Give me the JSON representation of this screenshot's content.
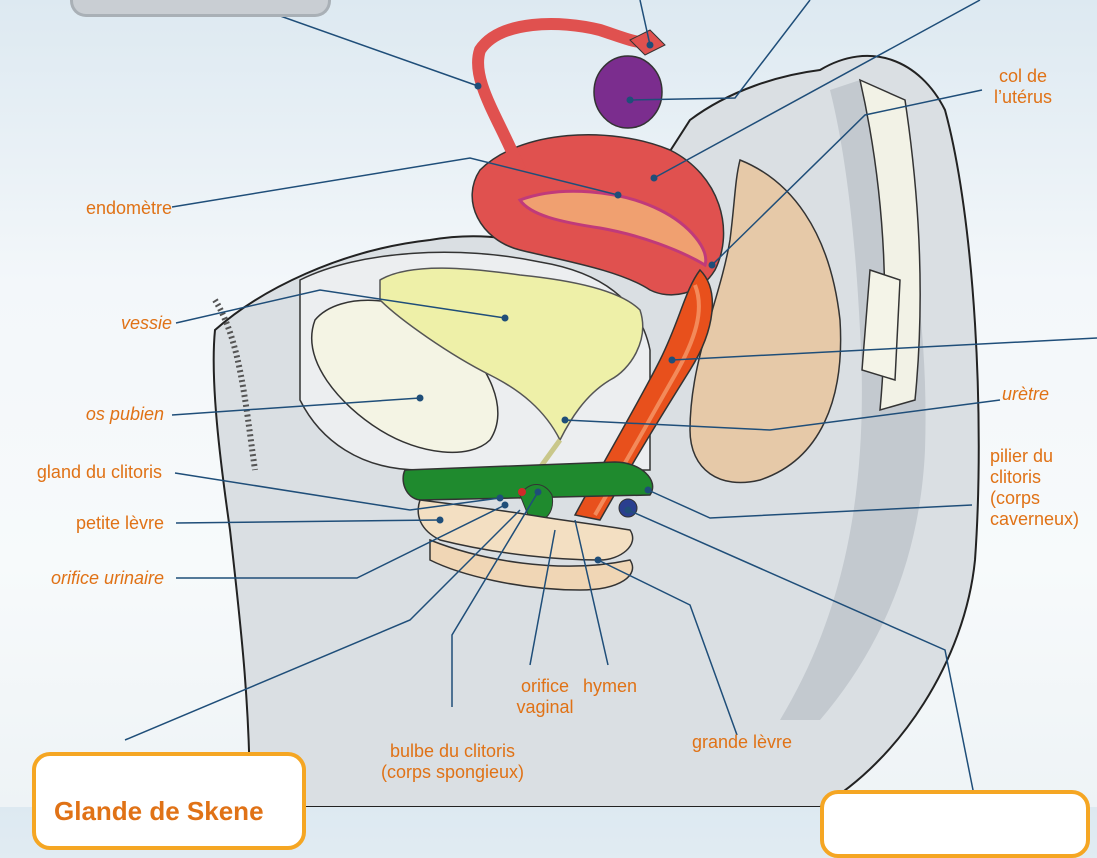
{
  "labels": {
    "endometre": "endomètre",
    "vessie": "vessie",
    "os_pubien": "os pubien",
    "gland_clitoris": "gland du clitoris",
    "petite_levre": "petite lèvre",
    "orifice_urinaire": "orifice urinaire",
    "col_uterus_1": "col de",
    "col_uterus_2": "l’utérus",
    "uretre": "urètre",
    "pilier_1": "pilier du",
    "pilier_2": "clitoris",
    "pilier_3": "(corps",
    "pilier_4": "caverneux)",
    "orifice_vaginal_1": "orifice",
    "orifice_vaginal_2": "vaginal",
    "hymen": "hymen",
    "grande_levre": "grande lèvre",
    "bulbe_1": "bulbe du clitoris",
    "bulbe_2": "(corps spongieux)"
  },
  "callout_box": {
    "title": "Glande de Skene"
  },
  "colors": {
    "label": "#e07216",
    "leader": "#1f4e79",
    "uterus": "#e0514f",
    "ovary": "#7b2d8e",
    "bladder": "#eef0a8",
    "clitoris": "#1f8a2e",
    "vagina": "#e8501c",
    "rectum": "#e6c9a8",
    "box_border": "#f5a623"
  }
}
